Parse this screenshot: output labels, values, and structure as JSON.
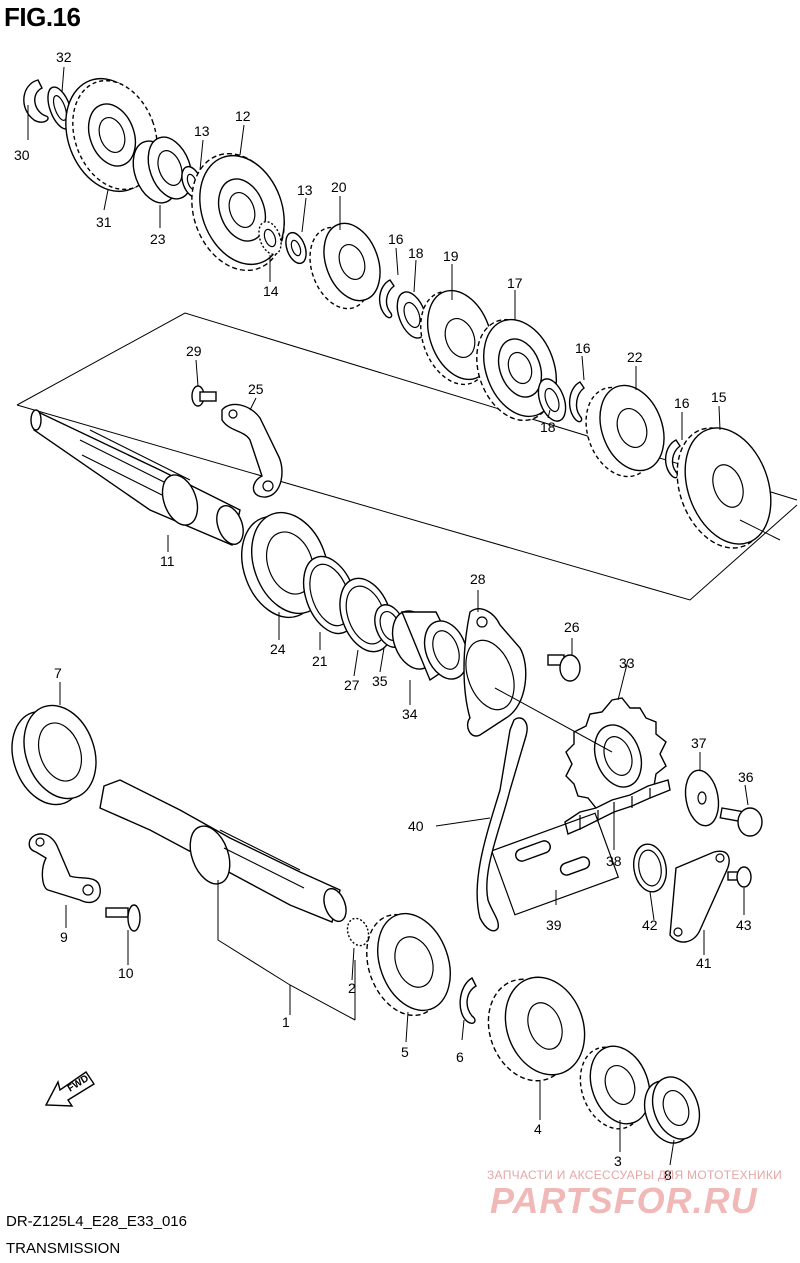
{
  "figure": {
    "title": "FIG.16",
    "code": "DR-Z125L4_E28_E33_016",
    "subtitle": "TRANSMISSION"
  },
  "watermark": {
    "tagline": "ЗАПЧАСТИ И АКСЕССУАРЫ ДЛЯ МОТОТЕХНИКИ",
    "brand": "PARTSFOR.RU"
  },
  "fwd_label": "FWD",
  "callouts": [
    {
      "id": "c1",
      "text": "1"
    },
    {
      "id": "c2",
      "text": "2"
    },
    {
      "id": "c3",
      "text": "3"
    },
    {
      "id": "c4",
      "text": "4"
    },
    {
      "id": "c5",
      "text": "5"
    },
    {
      "id": "c6",
      "text": "6"
    },
    {
      "id": "c7",
      "text": "7"
    },
    {
      "id": "c8",
      "text": "8"
    },
    {
      "id": "c9",
      "text": "9"
    },
    {
      "id": "c10",
      "text": "10"
    },
    {
      "id": "c11",
      "text": "11"
    },
    {
      "id": "c12",
      "text": "12"
    },
    {
      "id": "c13a",
      "text": "13"
    },
    {
      "id": "c13b",
      "text": "13"
    },
    {
      "id": "c14",
      "text": "14"
    },
    {
      "id": "c15",
      "text": "15"
    },
    {
      "id": "c16a",
      "text": "16"
    },
    {
      "id": "c16b",
      "text": "16"
    },
    {
      "id": "c16c",
      "text": "16"
    },
    {
      "id": "c17",
      "text": "17"
    },
    {
      "id": "c18a",
      "text": "18"
    },
    {
      "id": "c18b",
      "text": "18"
    },
    {
      "id": "c19",
      "text": "19"
    },
    {
      "id": "c20",
      "text": "20"
    },
    {
      "id": "c21",
      "text": "21"
    },
    {
      "id": "c22",
      "text": "22"
    },
    {
      "id": "c23",
      "text": "23"
    },
    {
      "id": "c24",
      "text": "24"
    },
    {
      "id": "c25",
      "text": "25"
    },
    {
      "id": "c26",
      "text": "26"
    },
    {
      "id": "c27",
      "text": "27"
    },
    {
      "id": "c28",
      "text": "28"
    },
    {
      "id": "c29",
      "text": "29"
    },
    {
      "id": "c30",
      "text": "30"
    },
    {
      "id": "c31",
      "text": "31"
    },
    {
      "id": "c32",
      "text": "32"
    },
    {
      "id": "c33",
      "text": "33"
    },
    {
      "id": "c34",
      "text": "34"
    },
    {
      "id": "c35",
      "text": "35"
    },
    {
      "id": "c36",
      "text": "36"
    },
    {
      "id": "c37",
      "text": "37"
    },
    {
      "id": "c38",
      "text": "38"
    },
    {
      "id": "c39",
      "text": "39"
    },
    {
      "id": "c40",
      "text": "40"
    },
    {
      "id": "c41",
      "text": "41"
    },
    {
      "id": "c42",
      "text": "42"
    },
    {
      "id": "c43",
      "text": "43"
    }
  ]
}
